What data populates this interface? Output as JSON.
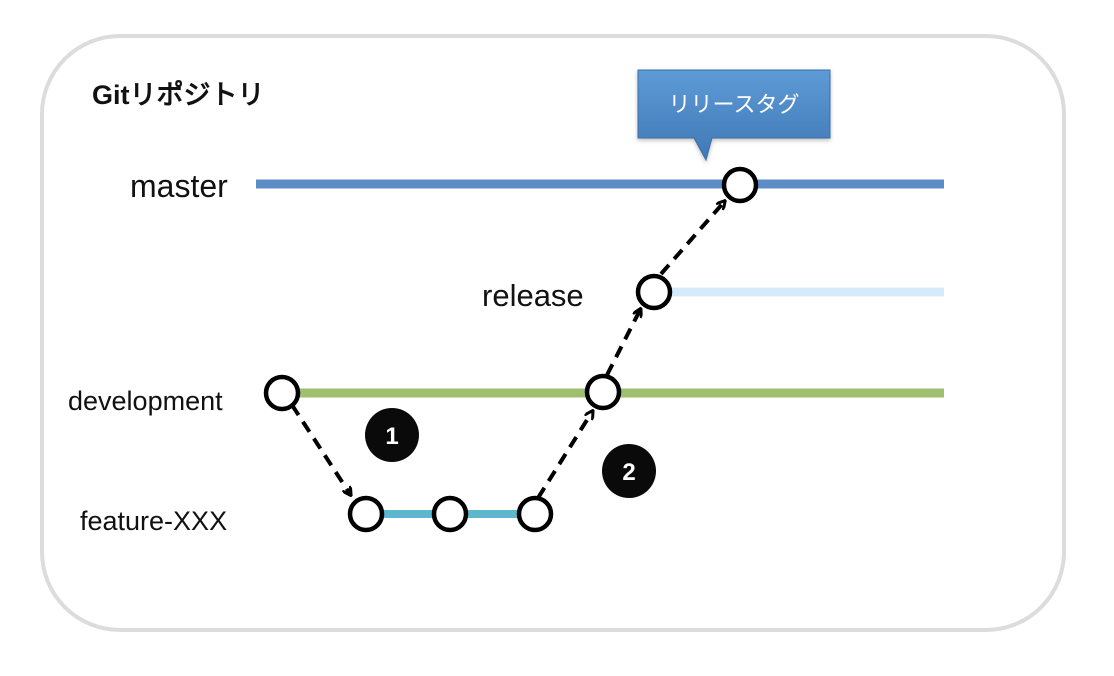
{
  "title": "Gitリポジトリ",
  "tag": {
    "label": "リリースタグ",
    "color": "#4d88c6"
  },
  "branches": [
    {
      "id": "master",
      "label": "master",
      "color": "#5b8cc5"
    },
    {
      "id": "release",
      "label": "release",
      "color": "#d6ebf9"
    },
    {
      "id": "development",
      "label": "development",
      "color": "#9fbe6e"
    },
    {
      "id": "feature",
      "label": "feature-XXX",
      "color": "#5fb7cf"
    }
  ],
  "steps": [
    {
      "id": "1",
      "label": "1"
    },
    {
      "id": "2",
      "label": "2"
    }
  ]
}
